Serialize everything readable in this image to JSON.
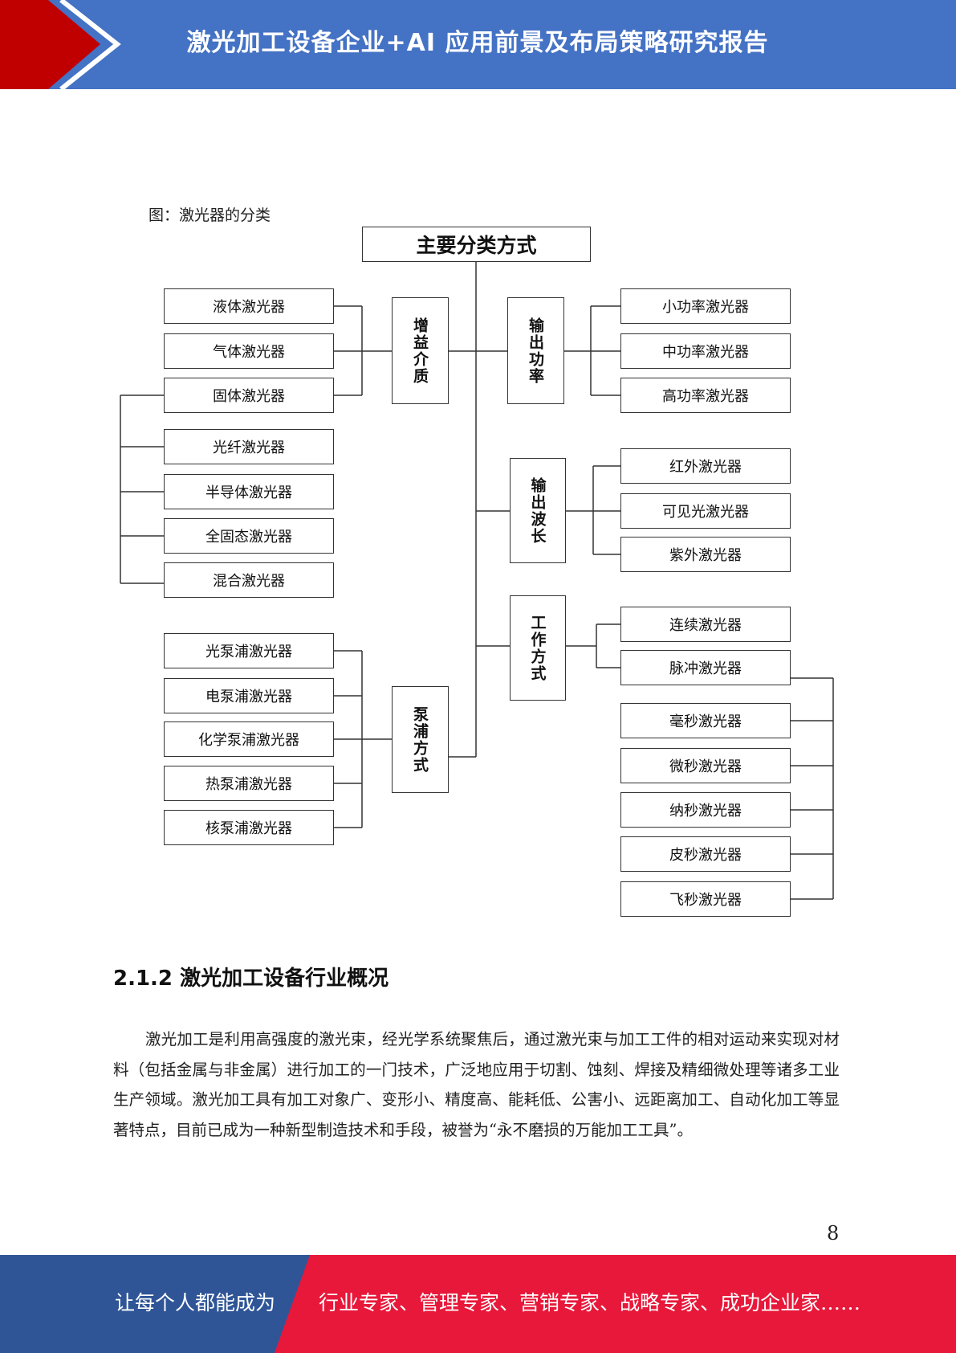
{
  "header": {
    "title": "激光加工设备企业+AI 应用前景及布局策略研究报告",
    "colors": {
      "blue": "#4472C4",
      "red": "#C00000"
    }
  },
  "figure": {
    "caption": "图：激光器的分类",
    "root": "主要分类方式",
    "gain_medium": {
      "label": "增益介质",
      "items": [
        "液体激光器",
        "气体激光器",
        "固体激光器"
      ],
      "solid_subtypes": [
        "光纤激光器",
        "半导体激光器",
        "全固态激光器",
        "混合激光器"
      ]
    },
    "pump_method": {
      "label": "泵浦方式",
      "items": [
        "光泵浦激光器",
        "电泵浦激光器",
        "化学泵浦激光器",
        "热泵浦激光器",
        "核泵浦激光器"
      ]
    },
    "output_power": {
      "label": "输出功率",
      "items": [
        "小功率激光器",
        "中功率激光器",
        "高功率激光器"
      ]
    },
    "output_wavelength": {
      "label": "输出波长",
      "items": [
        "红外激光器",
        "可见光激光器",
        "紫外激光器"
      ]
    },
    "work_mode": {
      "label": "工作方式",
      "items": [
        "连续激光器",
        "脉冲激光器"
      ],
      "pulse_subtypes": [
        "毫秒激光器",
        "微秒激光器",
        "纳秒激光器",
        "皮秒激光器",
        "飞秒激光器"
      ]
    }
  },
  "section": {
    "heading": "2.1.2 激光加工设备行业概况",
    "paragraph": "激光加工是利用高强度的激光束，经光学系统聚焦后，通过激光束与加工工件的相对运动来实现对材料（包括金属与非金属）进行加工的一门技术，广泛地应用于切割、蚀刻、焊接及精细微处理等诸多工业生产领域。激光加工具有加工对象广、变形小、精度高、能耗低、公害小、远距离加工、自动化加工等显著特点，目前已成为一种新型制造技术和手段，被誉为“永不磨损的万能加工工具”。"
  },
  "page_number": "8",
  "footer": {
    "left_text": "让每个人都能成为",
    "right_text": "行业专家、管理专家、营销专家、战略专家、成功企业家……",
    "colors": {
      "blue": "#2F5597",
      "red": "#E8183A"
    }
  }
}
